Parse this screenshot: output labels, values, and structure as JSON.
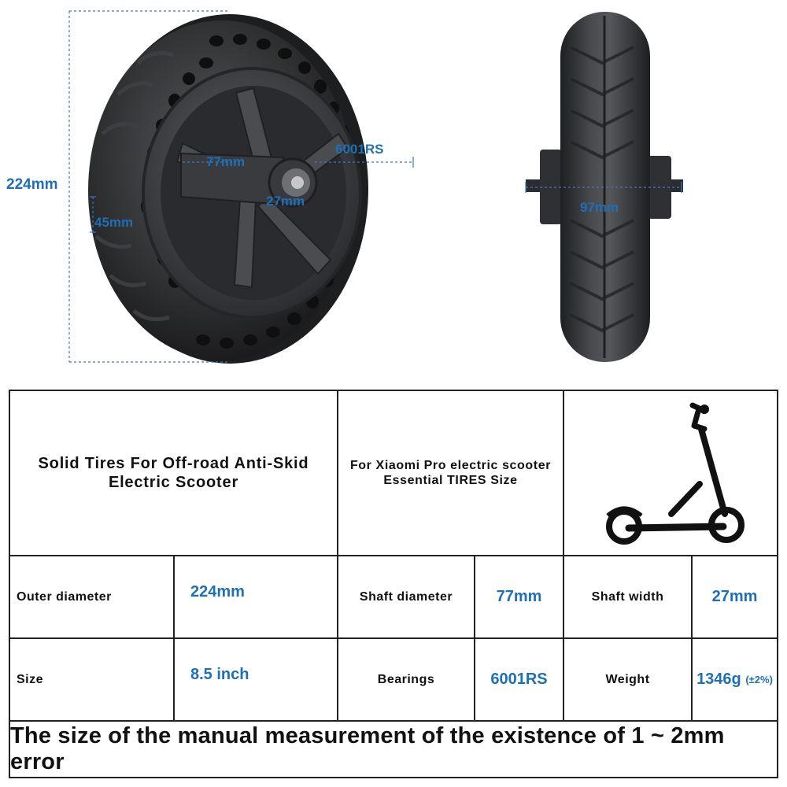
{
  "dimensions": {
    "outer_diameter": "224mm",
    "shaft_diameter": "77mm",
    "bearing": "6001RS",
    "shaft_width": "27mm",
    "tire_width": "45mm",
    "axle_width": "97mm"
  },
  "table": {
    "title_left_line1": "Solid Tires For Off-road Anti-Skid",
    "title_left_line2": "Electric Scooter",
    "title_mid_line1": "For Xiaomi Pro electric scooter",
    "title_mid_line2": "Essential TIRES Size",
    "rows": [
      {
        "label1": "Outer diameter",
        "value1": "224mm",
        "label2": "Shaft diameter",
        "value2": "77mm",
        "label3": "Shaft width",
        "value3": "27mm",
        "value3_suffix": ""
      },
      {
        "label1": "Size",
        "value1": "8.5 inch",
        "label2": "Bearings",
        "value2": "6001RS",
        "label3": "Weight",
        "value3": "1346g",
        "value3_suffix": "(±2%)"
      }
    ],
    "footer": "The size of the manual measurement of the existence of 1 ~ 2mm error"
  },
  "icons": {
    "scooter": "scooter-icon",
    "wheel_front": "wheel-front-view",
    "wheel_side": "wheel-side-view"
  },
  "colors": {
    "accent": "#1f6fb6",
    "text": "#111111",
    "tire": "#2e2f31",
    "rim": "#4a4b4e"
  }
}
